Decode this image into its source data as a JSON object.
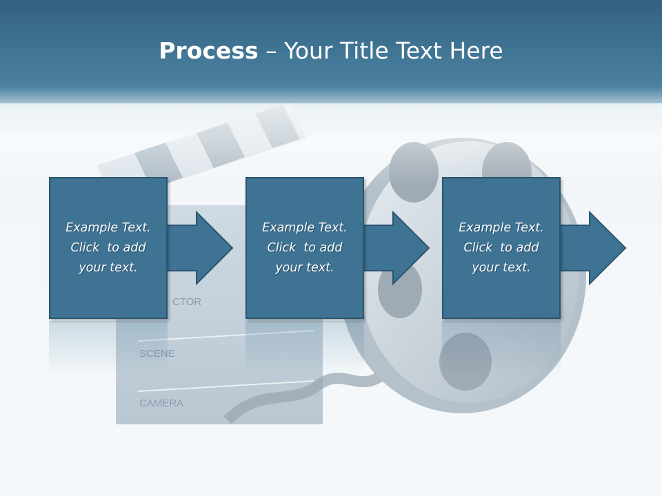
{
  "title": {
    "bold": "Process",
    "rest": " – Your Title Text Here"
  },
  "background_labels": {
    "director": "CTOR",
    "scene": "SCENE",
    "camera": "CAMERA"
  },
  "steps": [
    {
      "line1": "Example Text.",
      "line2": "Click  to add",
      "line3": "your text."
    },
    {
      "line1": "Example Text.",
      "line2": "Click  to add",
      "line3": "your text."
    },
    {
      "line1": "Example Text.",
      "line2": "Click  to add",
      "line3": "your text."
    }
  ],
  "colors": {
    "header": "#3d7190",
    "box_fill": "#3e7394",
    "box_border": "#2a5471",
    "text": "#ffffff"
  }
}
